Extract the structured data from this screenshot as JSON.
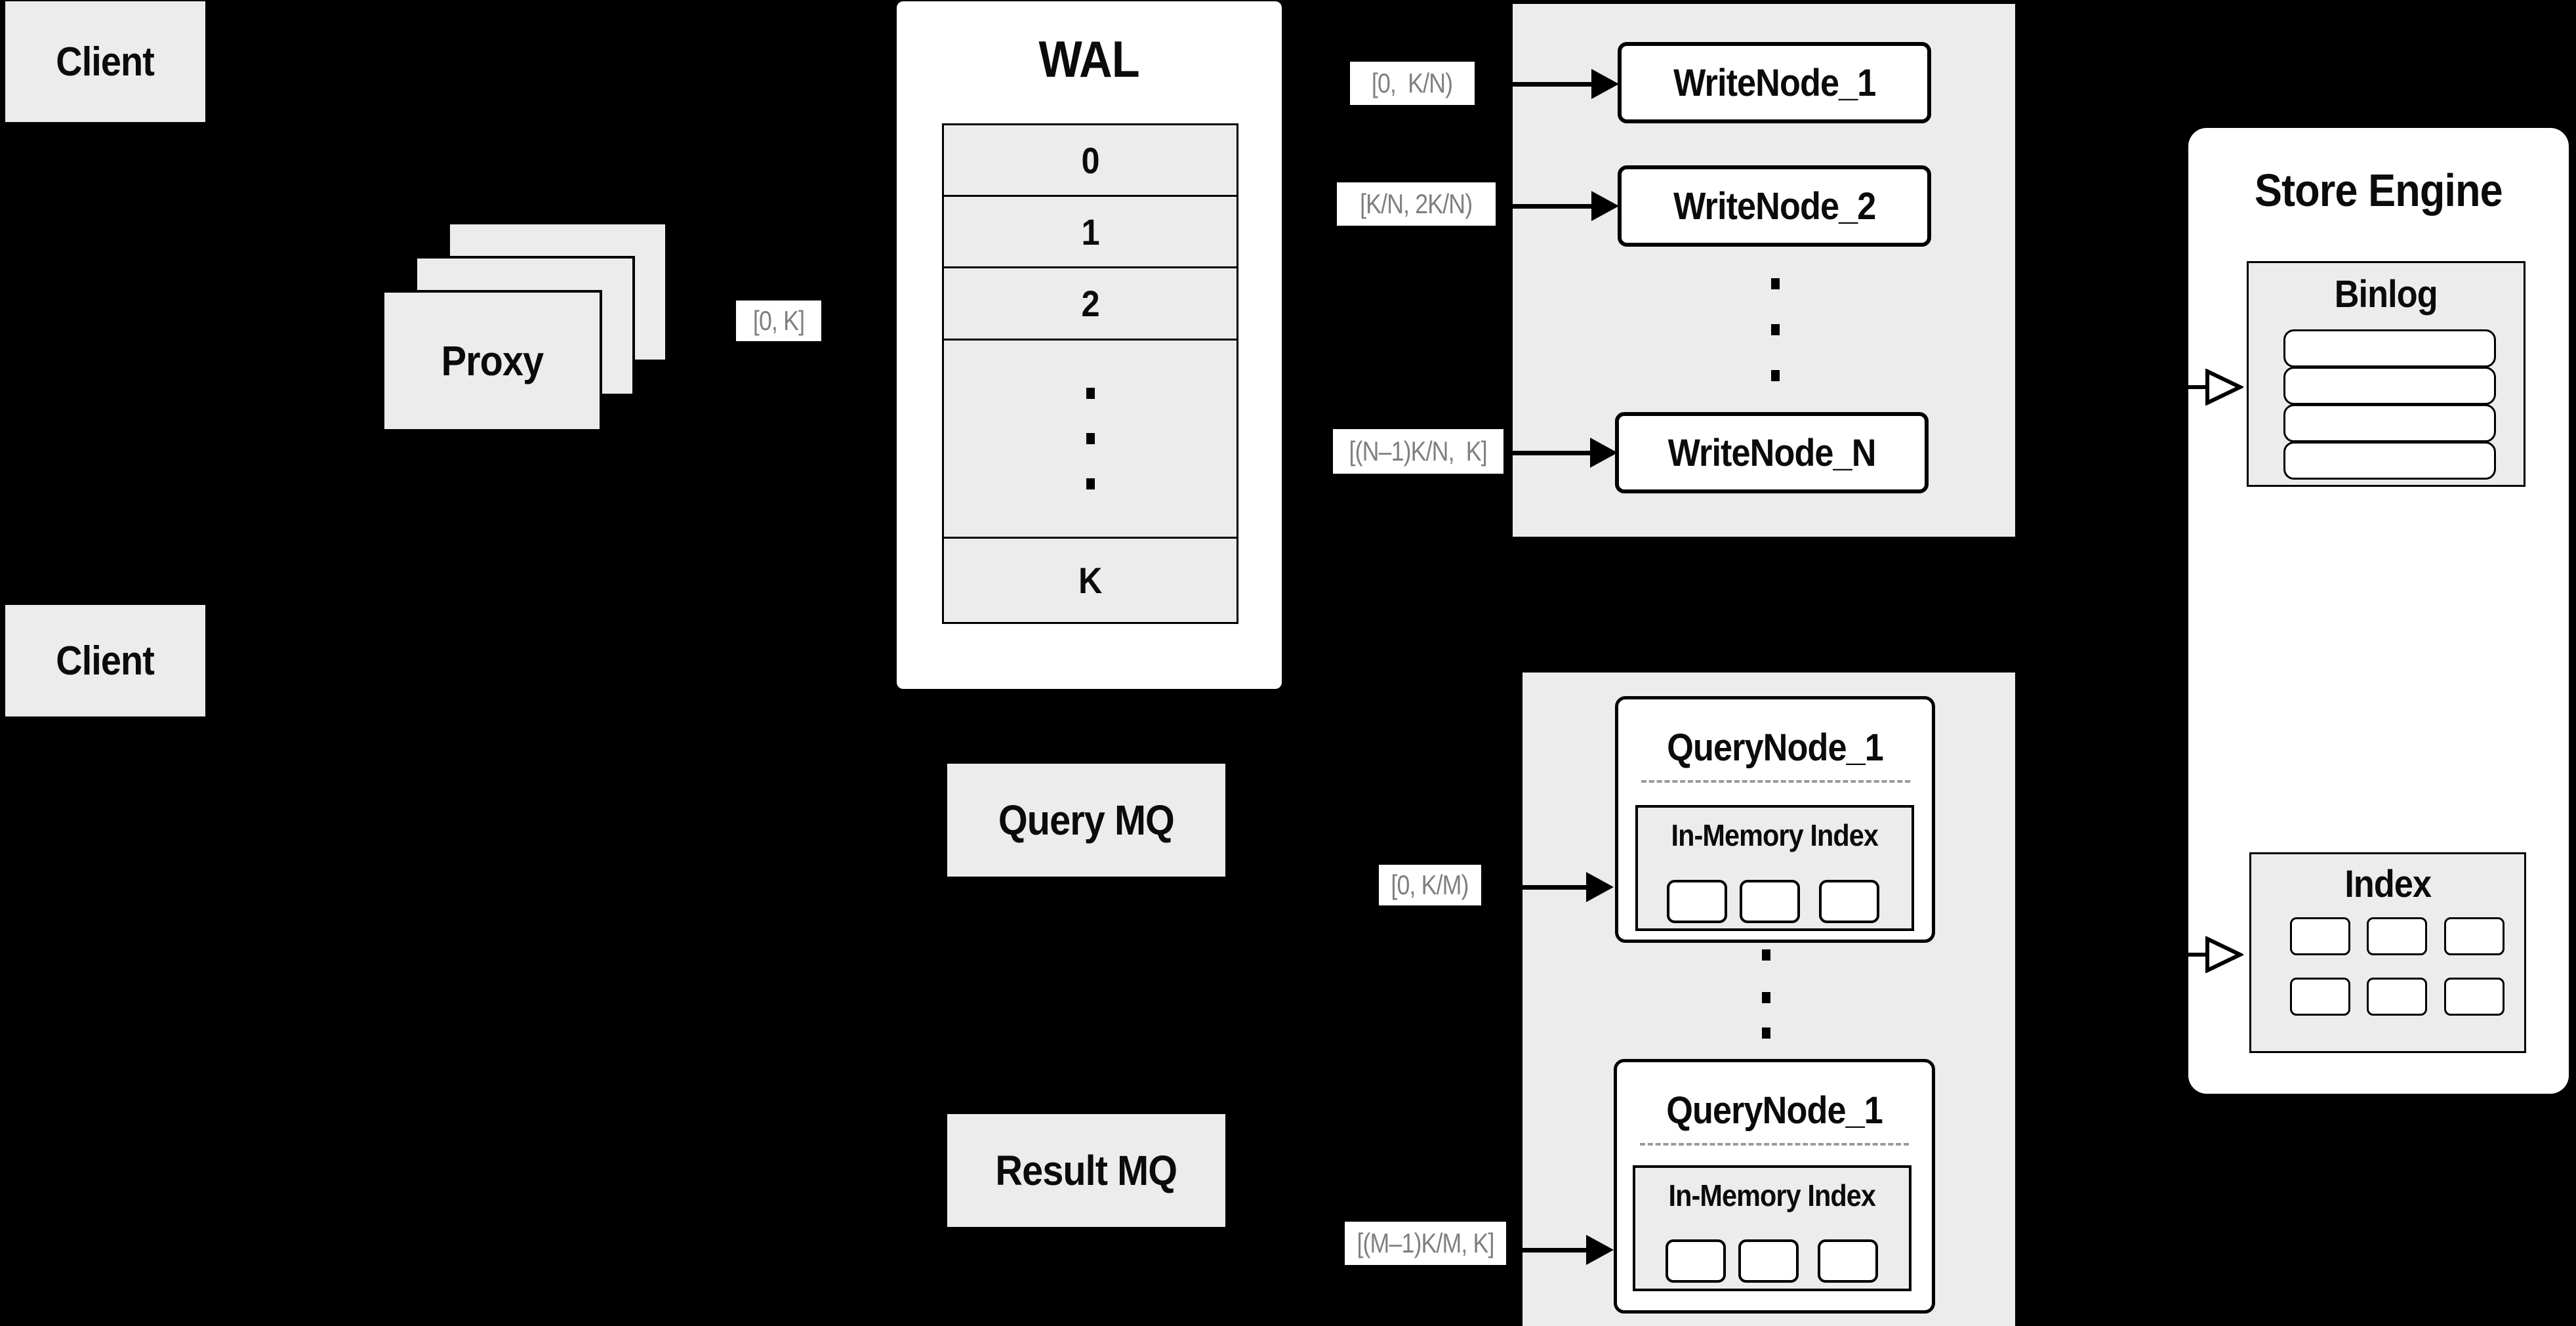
{
  "colors": {
    "background": "#000000",
    "panel_gray": "#ececec",
    "node_white": "#ffffff",
    "line_black": "#000000",
    "chip_text_gray": "#7f7f7f",
    "dashed_divider_gray": "#9a9a9a"
  },
  "clients": {
    "top_label": "Client",
    "bottom_label": "Client"
  },
  "proxy": {
    "label": "Proxy"
  },
  "wal": {
    "title": "WAL",
    "rows": [
      "0",
      "1",
      "2",
      "K"
    ]
  },
  "mq": {
    "query_label": "Query MQ",
    "result_label": "Result MQ"
  },
  "write": {
    "node_1": "WriteNode_1",
    "node_2": "WriteNode_2",
    "node_n": "WriteNode_N"
  },
  "query": {
    "top_node_title": "QueryNode_1",
    "bottom_node_title": "QueryNode_1",
    "top_index_label": "In-Memory Index",
    "bottom_index_label": "In-Memory Index"
  },
  "store": {
    "title": "Store Engine",
    "binlog_title": "Binlog",
    "index_title": "Index"
  },
  "chips": {
    "proxy_out": "[0, K]",
    "write_1": "[0,  K/N)",
    "write_2": "[K/N, 2K/N)",
    "write_n": "[(N–1)K/N,  K]",
    "query_first": "[0, K/M)",
    "query_last": "[(M–1)K/M, K]"
  }
}
